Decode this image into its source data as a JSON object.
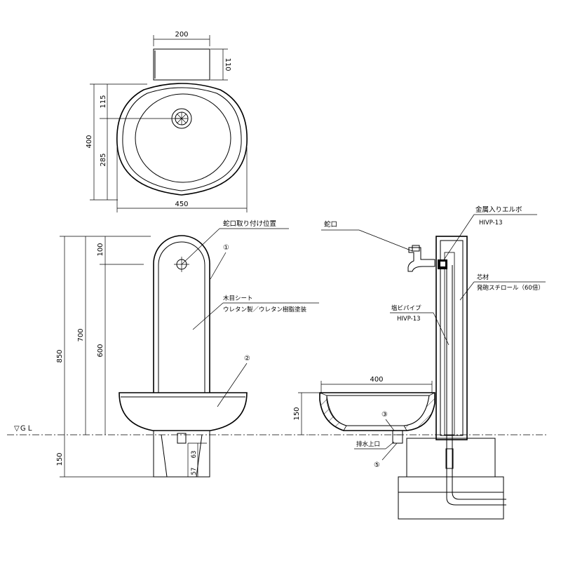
{
  "top_view": {
    "dim_width_top": "200",
    "dim_height_top": "110",
    "dim_115": "115",
    "dim_400": "400",
    "dim_285": "285",
    "dim_450": "450"
  },
  "front_view": {
    "dim_850": "850",
    "dim_700": "700",
    "dim_100": "100",
    "dim_600": "600",
    "dim_150": "150",
    "dim_57": "57",
    "dim_63": "63",
    "ground_label": "▽ＧＬ",
    "faucet_position_label": "蛇口取り付け位置",
    "marker_1": "①",
    "marker_2": "②",
    "wood_sheet_label": "木目シート",
    "urethane_label": "ウレタン製／ウレタン樹脂塗装"
  },
  "section_view": {
    "faucet_label": "蛇口",
    "elbow_label": "金属入りエルボ",
    "elbow_spec": "HIVP-13",
    "core_label": "芯材",
    "core_spec": "発砲スチロール（60倍）",
    "pipe_label": "塩ビパイプ",
    "pipe_spec": "HIVP-13",
    "dim_400": "400",
    "dim_150": "150",
    "marker_3": "③",
    "drain_label": "排水上口",
    "marker_5": "⑤"
  }
}
